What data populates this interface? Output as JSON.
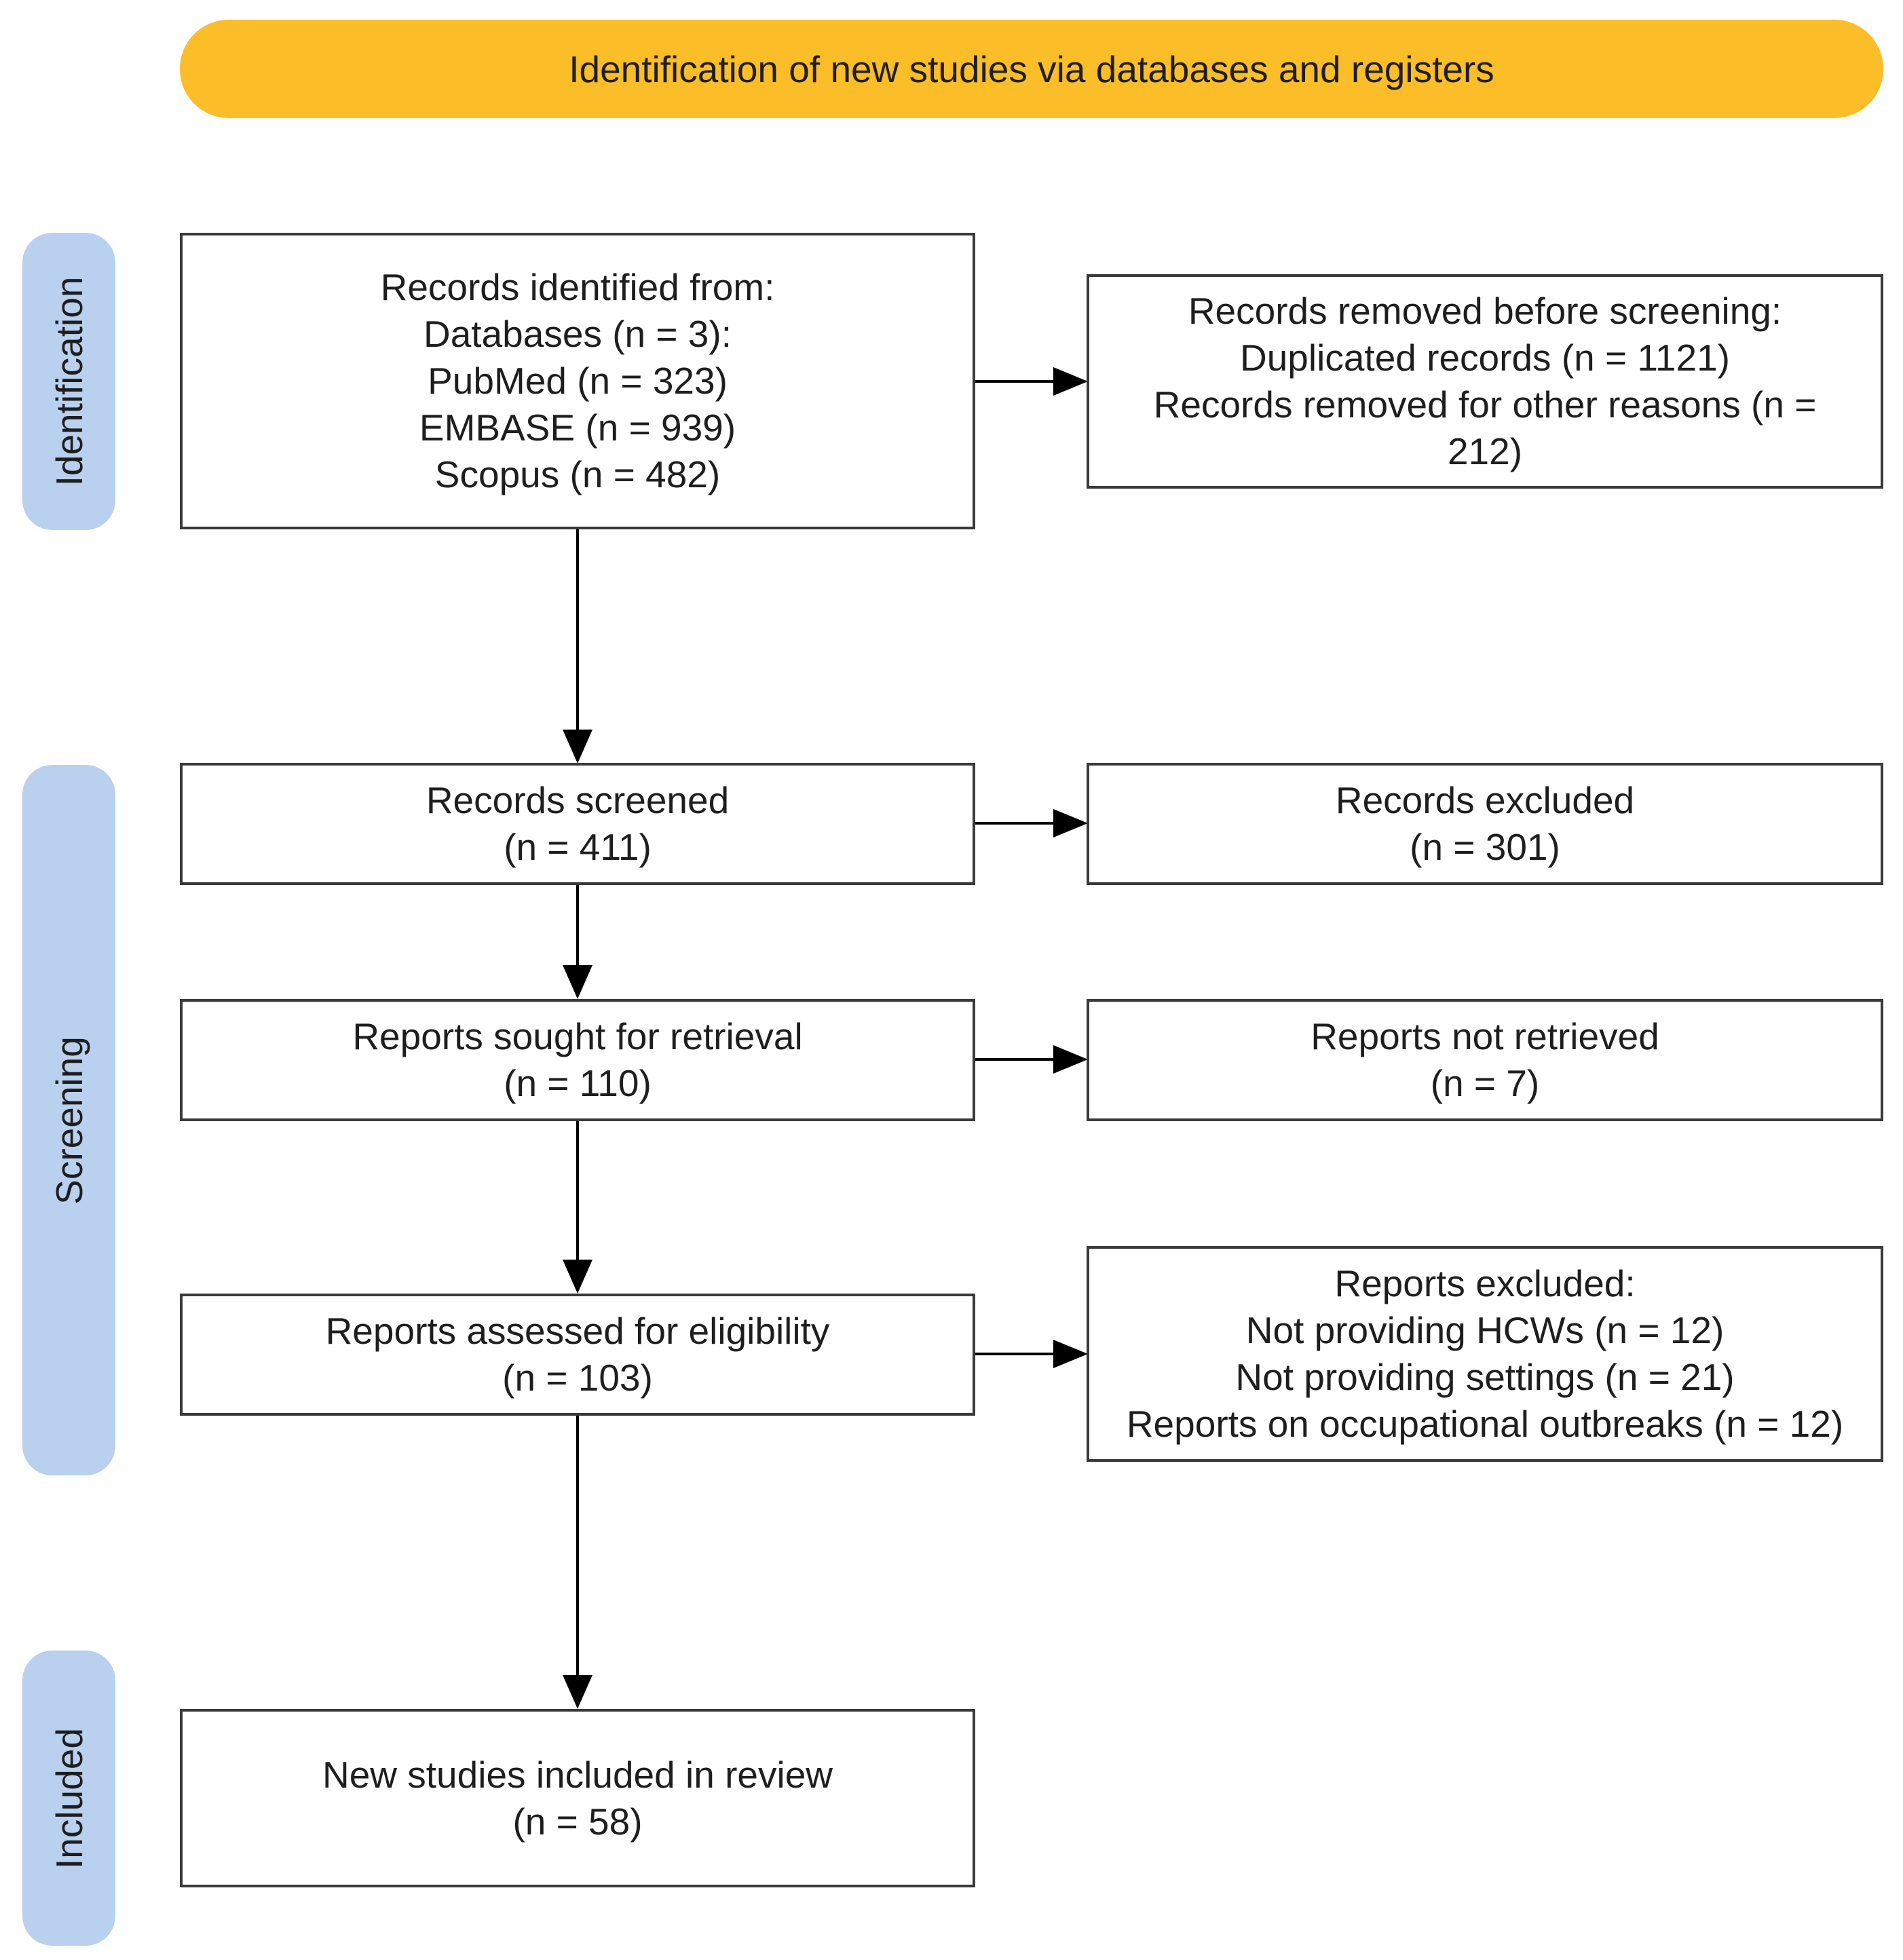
{
  "header": {
    "title": "Identification of new studies via databases and registers"
  },
  "phases": {
    "identification": "Identification",
    "screening": "Screening",
    "included": "Included"
  },
  "boxes": {
    "identified": {
      "title": "Records identified from:",
      "lines": [
        "Databases (n = 3):",
        "PubMed (n = 323)",
        "EMBASE (n = 939)",
        "Scopus (n = 482)"
      ]
    },
    "removed": {
      "title": "Records removed before screening:",
      "lines": [
        "Duplicated records (n = 1121)",
        "Records removed for other reasons (n =",
        "212)"
      ]
    },
    "screened": {
      "title": "Records screened",
      "count": "(n = 411)"
    },
    "excluded": {
      "title": "Records excluded",
      "count": "(n = 301)"
    },
    "sought": {
      "title": "Reports sought for retrieval",
      "count": "(n = 110)"
    },
    "not_retrieved": {
      "title": "Reports not retrieved",
      "count": "(n = 7)"
    },
    "assessed": {
      "title": "Reports assessed for eligibility",
      "count": "(n = 103)"
    },
    "reports_excluded": {
      "title": "Reports excluded:",
      "lines": [
        "Not providing HCWs (n = 12)",
        "Not providing settings (n = 21)",
        "Reports on occupational outbreaks (n = 12)"
      ]
    },
    "included": {
      "title": "New studies included in review",
      "count": "(n = 58)"
    }
  },
  "colors": {
    "header": "#fbbd28",
    "phase": "#b9d0ee",
    "border": "#3a3a3a"
  }
}
